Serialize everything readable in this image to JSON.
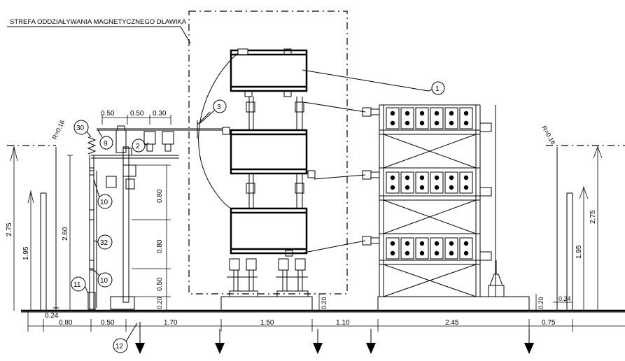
{
  "title": "STREFA ODDZIAŁYWANIA MAGNETYCZNEGO DŁAWIKA",
  "radius_labels": [
    "R=0.16",
    "R=0.16"
  ],
  "callouts": [
    "1",
    "2",
    "3",
    "9",
    "10",
    "10",
    "11",
    "12",
    "30",
    "32"
  ],
  "top_dims": [
    "0.50",
    "0.50",
    "0.30"
  ],
  "bottom_dims": [
    "0.24",
    "0.80",
    "0.50",
    "1.70",
    "1.50",
    "1.10",
    "2.45",
    "0.75"
  ],
  "left_vertical_dims": [
    "2.75",
    "1.95",
    "2.60"
  ],
  "pole_vertical_dims": [
    "0.80",
    "0.80",
    "0.50",
    "0.20"
  ],
  "base_small_dims": [
    "0.20",
    "0.20",
    "0.20"
  ],
  "right_vertical_dims": [
    "2.75",
    "1.95",
    "0.24"
  ]
}
